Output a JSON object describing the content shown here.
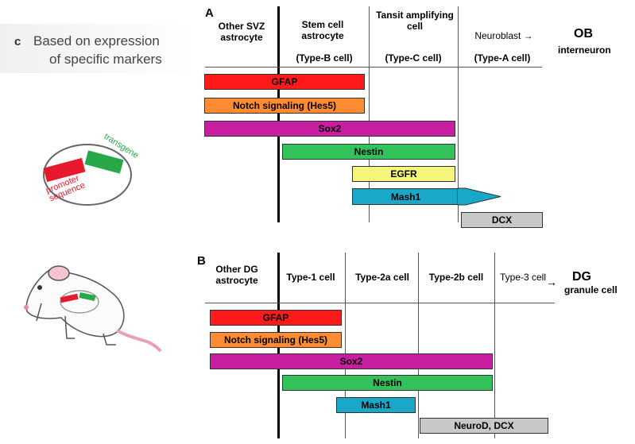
{
  "caption": {
    "letter": "c",
    "line1": "Based on expression",
    "line2": "of specific markers"
  },
  "plasmid": {
    "label_promoter": "promoter sequence",
    "label_transgene": "transgene"
  },
  "panel_a": {
    "label": "A",
    "headers": {
      "other": "Other SVZ astrocyte",
      "stem": "Stem cell astrocyte",
      "stem_type": "(Type-B cell)",
      "tac": "Tansit amplifying cell",
      "tac_type": "(Type-C cell)",
      "neuroblast": "Neuroblast →",
      "neuroblast_type": "(Type-A cell)",
      "ob": "OB",
      "ob_sub": "interneuron"
    },
    "bars": {
      "gfap": "GFAP",
      "notch": "Notch signaling (Hes5)",
      "sox2": "Sox2",
      "nestin": "Nestin",
      "egfr": "EGFR",
      "mash1": "Mash1",
      "dcx": "DCX"
    }
  },
  "panel_b": {
    "label": "B",
    "headers": {
      "other": "Other DG astrocyte",
      "type1": "Type-1 cell",
      "type2a": "Type-2a cell",
      "type2b": "Type-2b cell",
      "type3": "Type-3 cell",
      "arrow": "→",
      "dg": "DG",
      "dg_sub": "granule cell"
    },
    "bars": {
      "gfap": "GFAP",
      "notch": "Notch signaling (Hes5)",
      "sox2": "Sox2",
      "nestin": "Nestin",
      "mash1": "Mash1",
      "neurod": "NeuroD, DCX"
    }
  },
  "colors": {
    "gfap": "#ff1a1a",
    "notch": "#ff8c33",
    "sox2": "#c81ea0",
    "nestin": "#33c25a",
    "egfr": "#f4f57a",
    "mash1": "#1aa8c8",
    "dcx": "#c8c8c8"
  }
}
